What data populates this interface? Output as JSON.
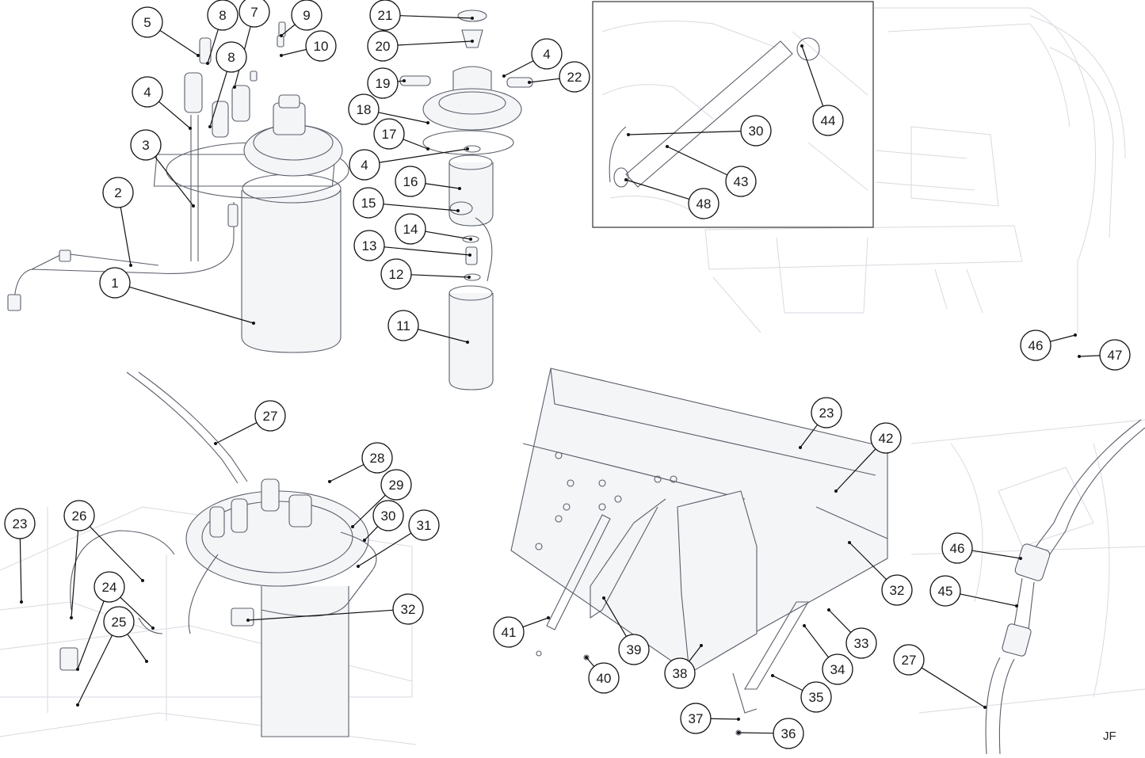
{
  "figure": {
    "signature": "JF",
    "callouts": {
      "c1": "1",
      "c2": "2",
      "c3": "3",
      "c4a": "4",
      "c4b": "4",
      "c4c": "4",
      "c5": "5",
      "c7": "7",
      "c8a": "8",
      "c8b": "8",
      "c9": "9",
      "c10": "10",
      "c11": "11",
      "c12": "12",
      "c13": "13",
      "c14": "14",
      "c15": "15",
      "c16": "16",
      "c17": "17",
      "c18": "18",
      "c19": "19",
      "c20": "20",
      "c21": "21",
      "c22": "22",
      "c30a": "30",
      "c43": "43",
      "c44": "44",
      "c48": "48",
      "c46a": "46",
      "c47": "47",
      "c23a": "23",
      "c24": "24",
      "c25": "25",
      "c26": "26",
      "c27a": "27",
      "c28": "28",
      "c29": "29",
      "c30b": "30",
      "c31": "31",
      "c32a": "32",
      "c23b": "23",
      "c42": "42",
      "c32b": "32",
      "c33": "33",
      "c34": "34",
      "c35": "35",
      "c36": "36",
      "c37": "37",
      "c38": "38",
      "c39": "39",
      "c40": "40",
      "c41": "41",
      "c46b": "46",
      "c45": "45",
      "c27b": "27"
    }
  }
}
